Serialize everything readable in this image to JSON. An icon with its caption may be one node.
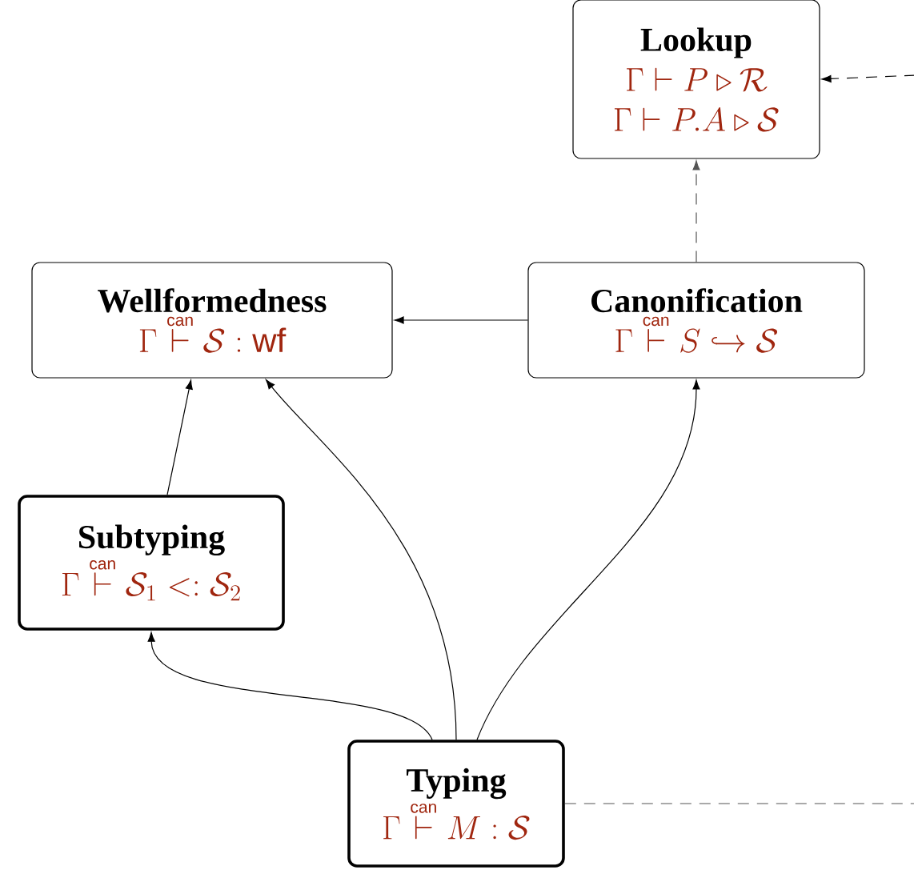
{
  "diagram": {
    "nodes": [
      {
        "text": [
          "Lookup",
          "\\Gamma \\vdash P \\triangleright \\mathcal{R}",
          "\\Gamma \\vdash P.A \\triangleright \\mathcal{S}"
        ]
      },
      {
        "text": [
          "Wellformedness",
          "\\Gamma \\stackrel{\\scriptscriptstyle\\mathsf{can}}{\\vdash} \\mathcal{S} : \\mathsf{wf}"
        ]
      },
      {
        "text": [
          "Canonification",
          "\\Gamma \\stackrel{\\scriptscriptstyle\\mathsf{can}}{\\vdash} S \\hookrightarrow \\mathcal{S}"
        ]
      },
      {
        "text": [
          "Subtyping",
          "\\Gamma \\stackrel{\\scriptscriptstyle\\mathsf{can}}{\\vdash} \\mathcal{S}_1 <: \\mathcal{S}_2"
        ]
      },
      {
        "text": [
          "Typing",
          "\\Gamma \\stackrel{\\scriptscriptstyle\\mathsf{can}}{\\vdash} M : \\mathcal{S}"
        ]
      }
    ],
    "edges": [
      {
        "from": 2,
        "to": 1,
        "arrow": "to"
      },
      {
        "from": 2,
        "to": 0,
        "arrow": "to",
        "style": "dashed",
        "color": "#555555"
      },
      {
        "from": null,
        "to": 0,
        "arrow": "to",
        "style": "dashed"
      },
      {
        "from": 3,
        "to": 1,
        "arrow": "to"
      },
      {
        "from": 4,
        "to": 3,
        "arrow": "to"
      },
      {
        "from": 4,
        "to": 1,
        "arrow": "to"
      },
      {
        "from": 4,
        "to": 2,
        "arrow": "to"
      },
      {
        "from": 4,
        "to": null,
        "arrow": "none",
        "style": "dashed",
        "color": "#555555"
      }
    ]
  }
}
